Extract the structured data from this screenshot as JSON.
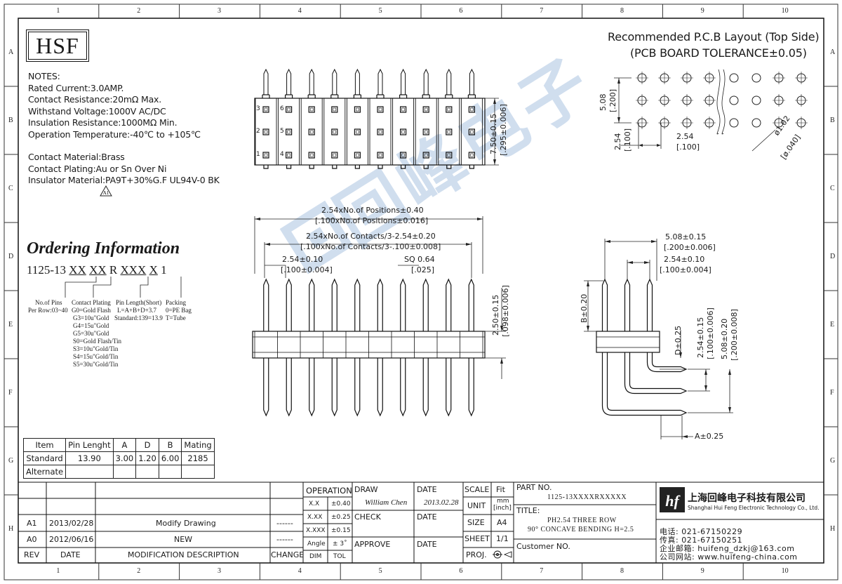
{
  "grid": {
    "columns": [
      "1",
      "2",
      "3",
      "4",
      "5",
      "6",
      "7",
      "8",
      "9",
      "10"
    ],
    "rows": [
      "A",
      "B",
      "C",
      "D",
      "E",
      "F",
      "G",
      "H"
    ]
  },
  "logo": "HSF",
  "notes": {
    "heading": "NOTES:",
    "lines": [
      "Rated Current:3.0AMP.",
      "Contact Resistance:20mΩ Max.",
      "Withstand Voltage:1000V AC/DC",
      "Insulation Resistance:1000MΩ Min.",
      "Operation Temperature:-40℃ to +105℃"
    ],
    "material_lines": [
      "Contact Material:Brass",
      "Contact Plating:Au or Sn Over Ni",
      "Insulator Material:PA9T+30%G.F UL94V-0 BK"
    ]
  },
  "pcb_layout": {
    "title": "Recommended P.C.B Layout (Top Side)",
    "tolerance": "(PCB BOARD TOLERANCE±0.05)",
    "dim_pitch_v": "5.08",
    "dim_pitch_v_inch": "[.200]",
    "dim_row_v": "2.54",
    "dim_row_v_inch": "[.100]",
    "dim_pitch_h": "2.54",
    "dim_pitch_h_inch": "[.100]",
    "dim_hole": "ø1.02",
    "dim_hole_inch": "[ø.040]"
  },
  "top_view": {
    "pin_labels": [
      "3",
      "2",
      "1",
      "6",
      "5",
      "4"
    ],
    "height_dim": "7.50±0.15",
    "height_dim_inch": "[.295±0.006]"
  },
  "front_view": {
    "dim_total": "2.54xNo.of Positions±0.40",
    "dim_total_inch": "[.100xNo.of Positions±0.016]",
    "dim_contacts": "2.54xNo.of Contacts/3-2.54±0.20",
    "dim_contacts_inch": "[.100xNo.of Contacts/3-.100±0.008]",
    "dim_pitch": "2.54±0.10",
    "dim_pitch_inch": "[.100±0.004]",
    "dim_sq": "SQ 0.64",
    "dim_sq_inch": "[.025]",
    "dim_insulator": "2.50±0.15",
    "dim_insulator_inch": "[.098±0.006]"
  },
  "side_view": {
    "dim_width": "5.08±0.15",
    "dim_width_inch": "[.200±0.006]",
    "dim_pitch": "2.54±0.10",
    "dim_pitch_inch": "[.100±0.004]",
    "dim_b": "B±0.20",
    "dim_d": "D±0.25",
    "dim_row1": "2.54±0.15",
    "dim_row1_inch": "[.100±0.006]",
    "dim_row2": "5.08±0.20",
    "dim_row2_inch": "[.200±0.008]",
    "dim_a": "A±0.25"
  },
  "ordering": {
    "title": "Ordering Information",
    "code_parts": [
      "1125-13 ",
      "XX",
      "XX",
      "R",
      "XXX",
      "X",
      "1"
    ],
    "options": {
      "pins": [
        "No.of Pins",
        "Per Row:03~40"
      ],
      "plating": [
        "Contact Plating",
        "G0=Gold Flash",
        "G3=10u\"Gold",
        "G4=15u\"Gold",
        "G5=30u\"Gold",
        "S0=Gold Flash/Tin",
        "S3=10u\"Gold/Tin",
        "S4=15u\"Gold/Tin",
        "S5=30u\"Gold/Tin"
      ],
      "length": [
        "Pin Length(Short)",
        "L=A+B+D+3.7",
        "Standard:139=13.9"
      ],
      "packing": [
        "Packing",
        "0=PE Bag",
        "T=Tube"
      ]
    }
  },
  "spec_table": {
    "headers": [
      "Item",
      "Pin Lenght",
      "A",
      "D",
      "B",
      "Mating"
    ],
    "rows": [
      [
        "Standard",
        "13.90",
        "3.00",
        "1.20",
        "6.00",
        "2185"
      ],
      [
        "Alternate",
        "",
        "",
        "",
        "",
        ""
      ]
    ]
  },
  "watermark": "回峰电子",
  "title_block": {
    "revisions": [
      {
        "rev": "A1",
        "date": "2013/02/28",
        "desc": "Modify Drawing",
        "change": "------"
      },
      {
        "rev": "A0",
        "date": "2012/06/16",
        "desc": "NEW",
        "change": "------"
      }
    ],
    "rev_header": [
      "REV",
      "DATE",
      "MODIFICATION DESCRIPTION",
      "CHANGE"
    ],
    "operation": "OPERATION",
    "tol_rows": [
      [
        "X.X",
        "±0.40"
      ],
      [
        "X.XX",
        "±0.25"
      ],
      [
        "X.XXX",
        "±0.15"
      ],
      [
        "Angle",
        "± 3˚"
      ]
    ],
    "dim_label": "DIM",
    "tol_label": "TOL",
    "draw": "DRAW",
    "draw_name": "William Chen",
    "date_label": "DATE",
    "draw_date": "2013.02.28",
    "check": "CHECK",
    "approve": "APPROVE",
    "scale": "SCALE",
    "fit": "Fit",
    "unit": "UNIT",
    "unit_mm": "mm",
    "unit_inch": "[inch]",
    "size": "SIZE",
    "size_val": "A4",
    "sheet": "SHEET",
    "sheet_val": "1/1",
    "proj": "PROJ.",
    "part_no_label": "PART NO.",
    "part_no": "1125-13XXXXRXXXXX",
    "title_label": "TITLE:",
    "title_line1": "PH2.54 THREE ROW",
    "title_line2": "90° CONCAVE BENDING H=2.5",
    "customer": "Customer NO.",
    "company_cn": "上海回峰电子科技有限公司",
    "company_en": "Shanghai Hui Feng Electronic Technology Co., Ltd.",
    "tel": "电话: 021-67150229",
    "fax": "传真: 021-67150251",
    "email": "企业邮箱: huifeng_dzkj@163.com",
    "web": "公司网站: www.huifeng-china.com"
  }
}
